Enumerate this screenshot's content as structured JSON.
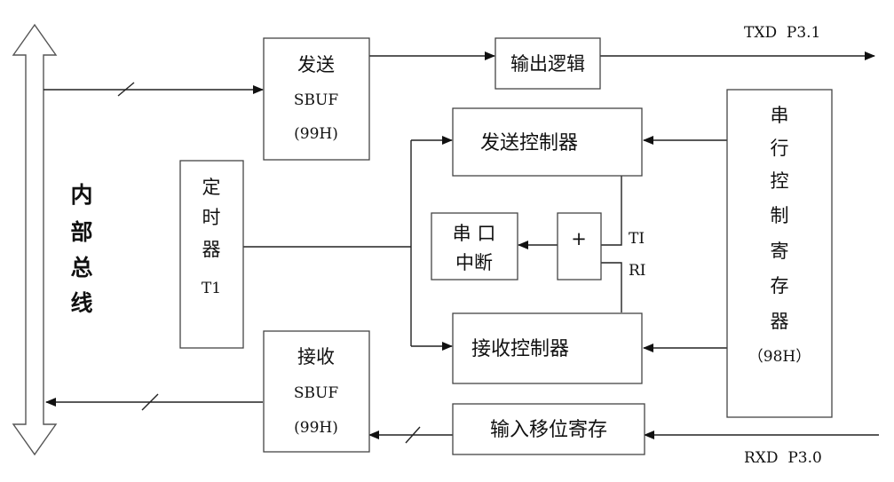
{
  "internal_bus": {
    "label_chars": [
      "内",
      "部",
      "总",
      "线"
    ]
  },
  "blocks": {
    "tx_sbuf": {
      "line1": "发送",
      "line2": "SBUF",
      "line3": "(99H)"
    },
    "output_logic": {
      "label": "输出逻辑"
    },
    "tx_controller": {
      "label": "发送控制器"
    },
    "timer": {
      "chars": [
        "定",
        "时",
        "器"
      ],
      "name": "T1"
    },
    "serial_interrupt": {
      "line1": "串 口",
      "line2": "中断"
    },
    "or_gate": {
      "label": "+"
    },
    "rx_controller": {
      "label": "接收控制器"
    },
    "rx_sbuf": {
      "line1": "接收",
      "line2": "SBUF",
      "line3": "(99H)"
    },
    "input_shift_register": {
      "label": "输入移位寄存"
    },
    "serial_control_register": {
      "chars": [
        "串",
        "行",
        "控",
        "制",
        "寄",
        "存",
        "器"
      ],
      "address": "（98H）"
    }
  },
  "signals": {
    "ti": "TI",
    "ri": "RI"
  },
  "pins": {
    "txd": "TXD  P3.1",
    "rxd": "RXD  P3.0"
  }
}
